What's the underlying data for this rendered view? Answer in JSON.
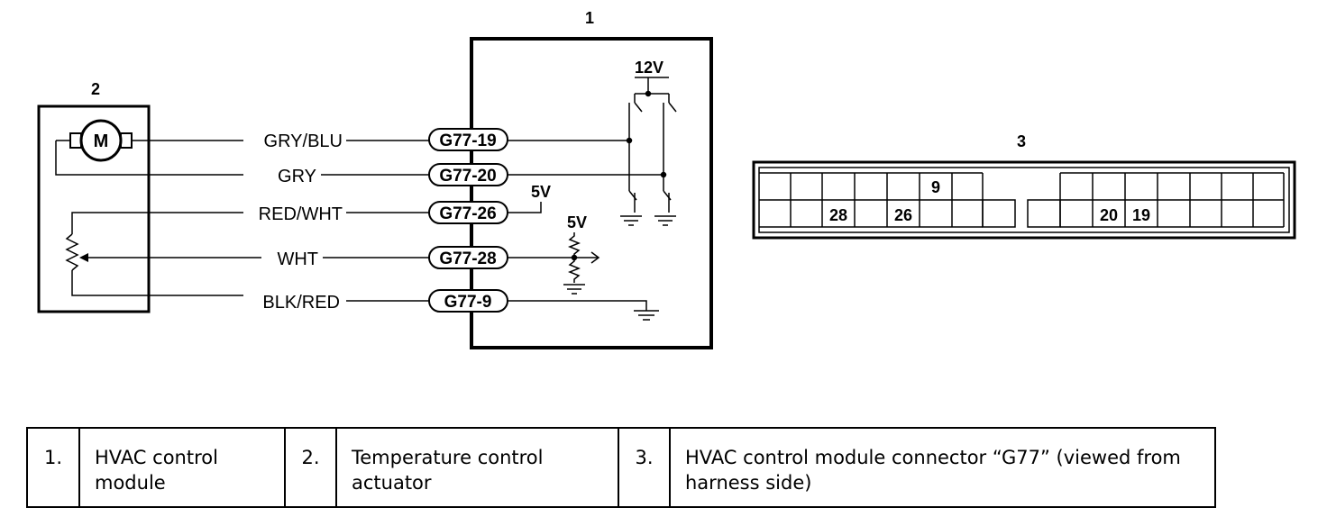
{
  "components": {
    "module": {
      "number": "1"
    },
    "actuator": {
      "number": "2",
      "motor_symbol": "M"
    },
    "connector": {
      "number": "3",
      "top_row": [
        "9"
      ],
      "bottom_row": [
        "28",
        "26",
        "20",
        "19"
      ]
    }
  },
  "wires": [
    {
      "color": "GRY/BLU",
      "pin": "G77-19"
    },
    {
      "color": "GRY",
      "pin": "G77-20"
    },
    {
      "color": "RED/WHT",
      "pin": "G77-26"
    },
    {
      "color": "WHT",
      "pin": "G77-28"
    },
    {
      "color": "BLK/RED",
      "pin": "G77-9"
    }
  ],
  "voltages": {
    "supply": "12V",
    "ref_a": "5V",
    "ref_b": "5V"
  },
  "legend": [
    {
      "index": "1.",
      "text": "HVAC control module"
    },
    {
      "index": "2.",
      "text": "Temperature control actuator"
    },
    {
      "index": "3.",
      "text": "HVAC control module connector “G77” (viewed from harness side)"
    }
  ]
}
